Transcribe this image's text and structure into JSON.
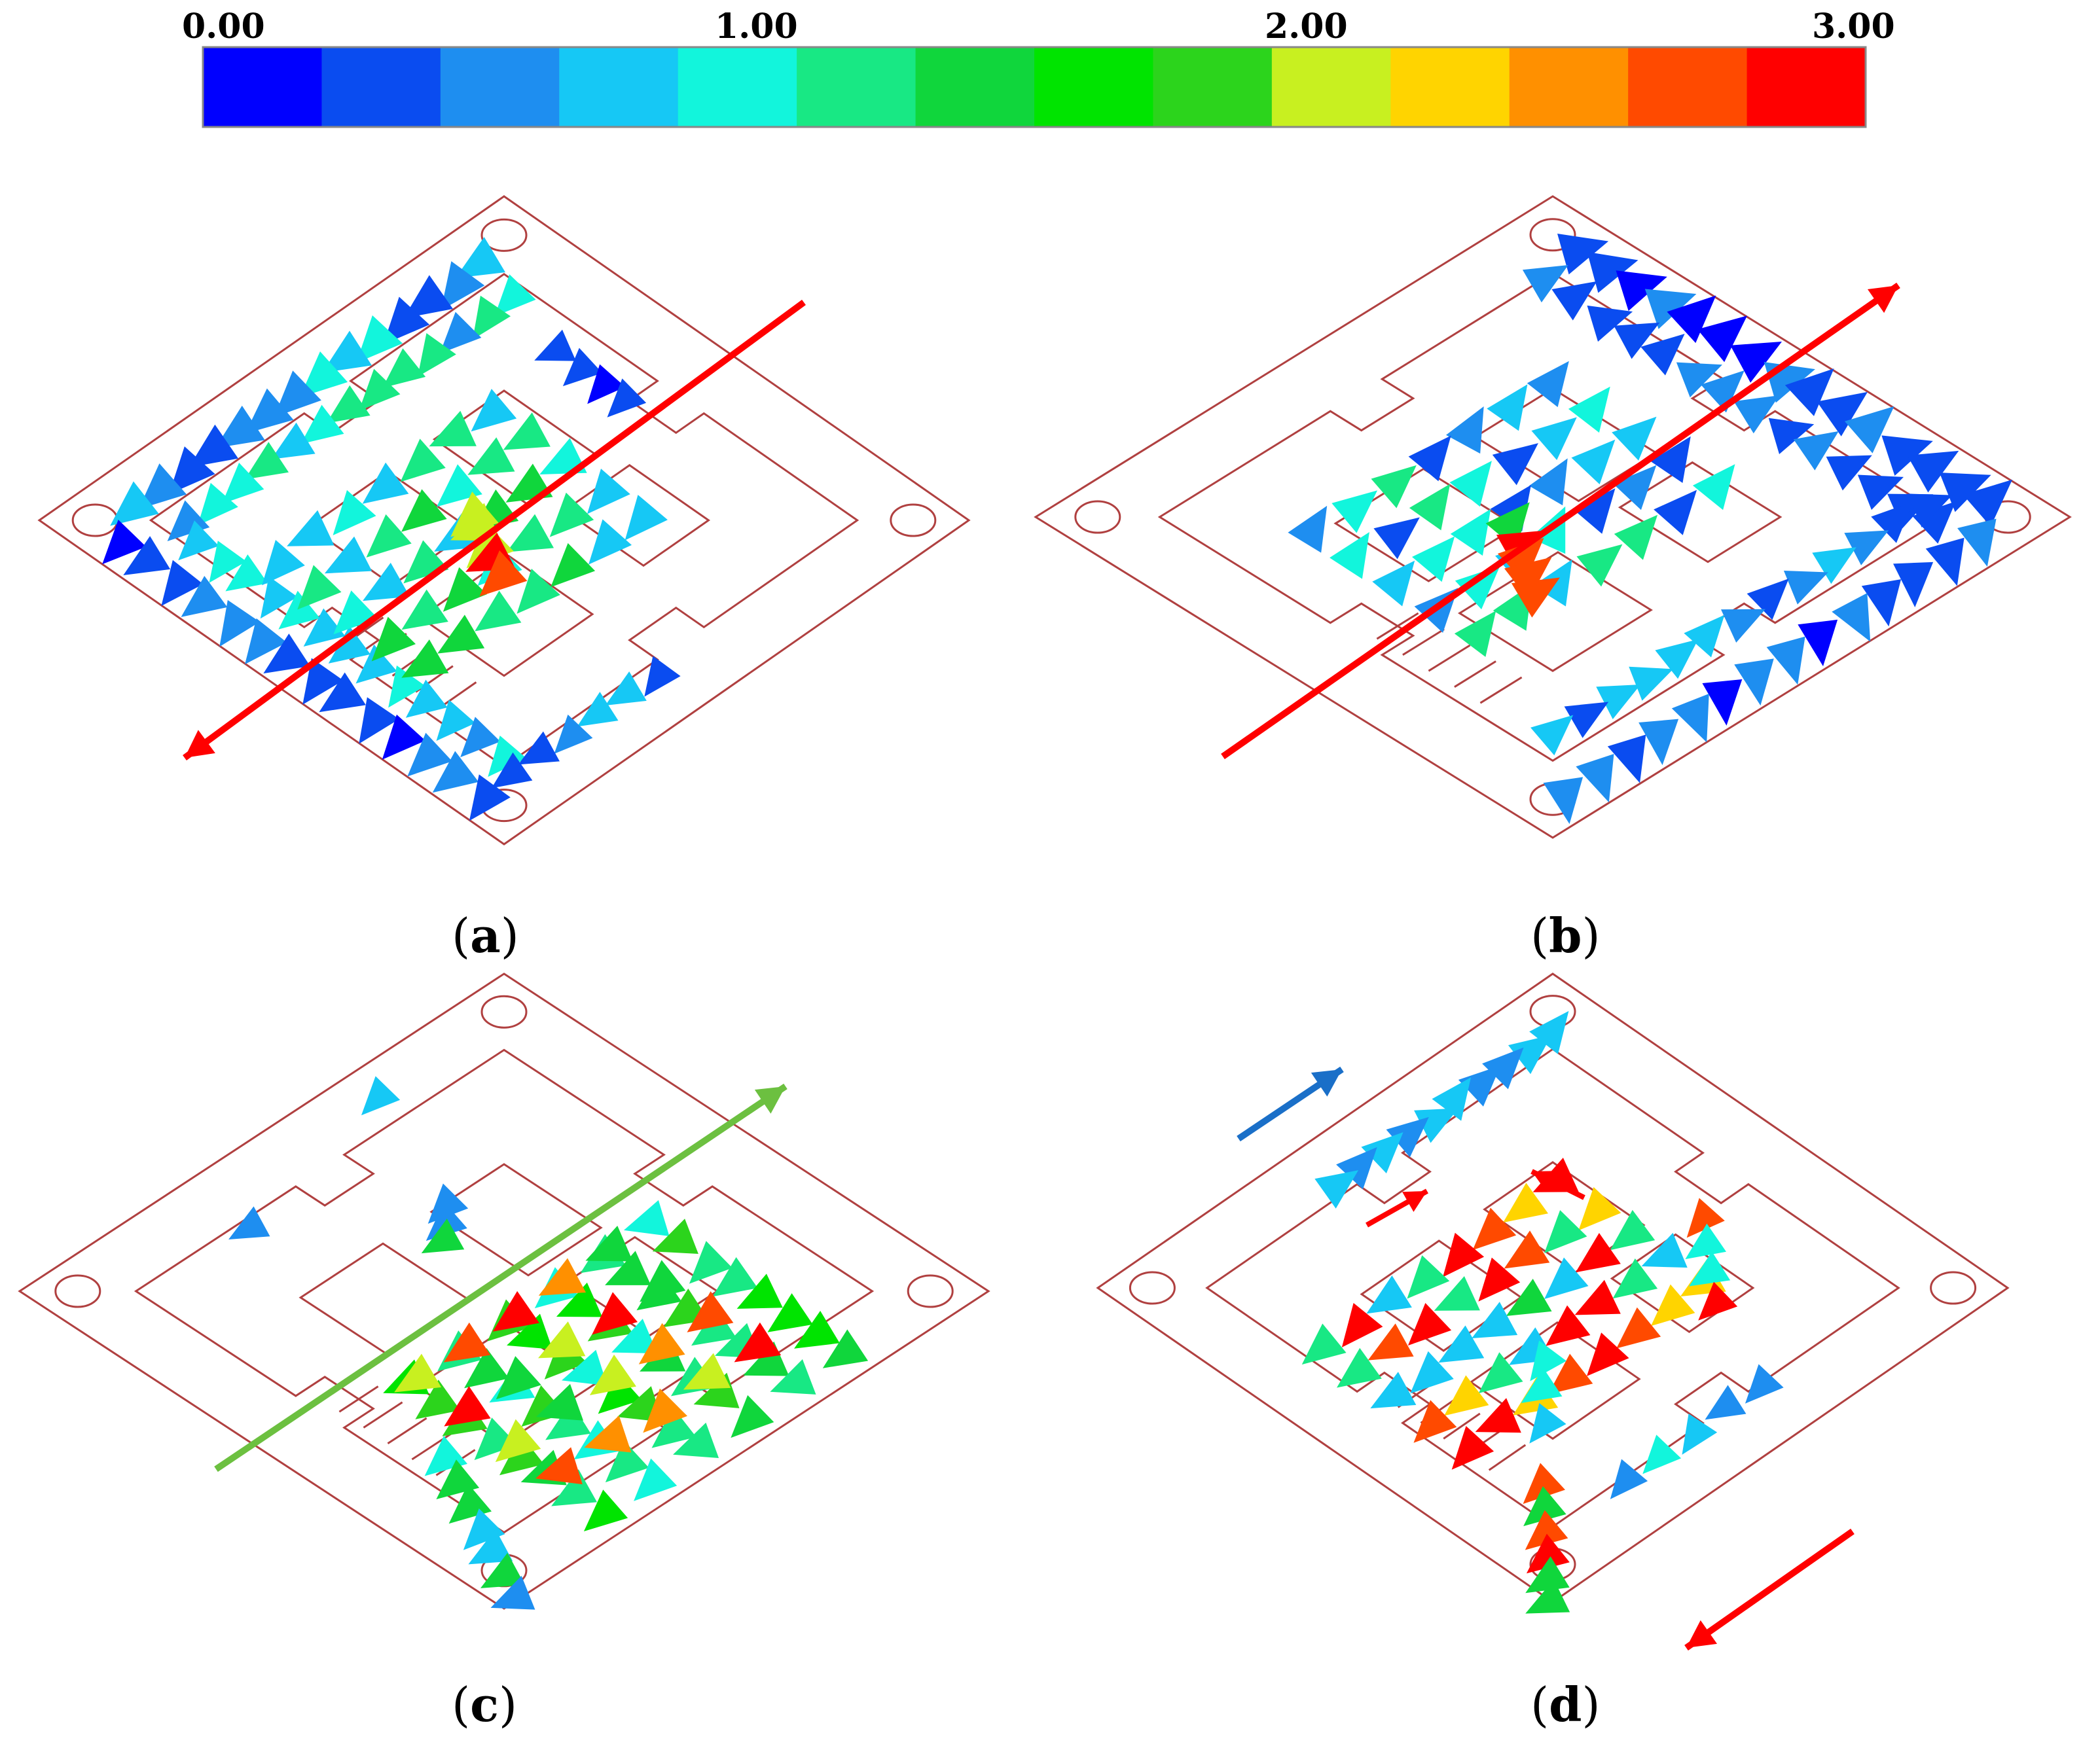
{
  "colorbar": {
    "ticks": [
      "0.00",
      "1.00",
      "2.00",
      "3.00"
    ],
    "tick_values": [
      0,
      1,
      2,
      3
    ],
    "range": [
      0,
      3
    ],
    "colors": [
      "#0000ff",
      "#0a4cf0",
      "#1e8ef0",
      "#16c8f5",
      "#12f5dc",
      "#18e884",
      "#10d63c",
      "#00e400",
      "#2cd41c",
      "#c8f020",
      "#ffd400",
      "#ff9000",
      "#ff4a00",
      "#ff0000"
    ]
  },
  "panels": [
    {
      "label": "a",
      "arrow_color": "#ff0000"
    },
    {
      "label": "b",
      "arrow_color": "#ff0000"
    },
    {
      "label": "c",
      "arrow_color": "#6cc040"
    },
    {
      "label": "d",
      "arrow_color": "#ff0000",
      "secondary_arrow_color": "#1a6fc8"
    }
  ],
  "outline_color": "#b04040"
}
